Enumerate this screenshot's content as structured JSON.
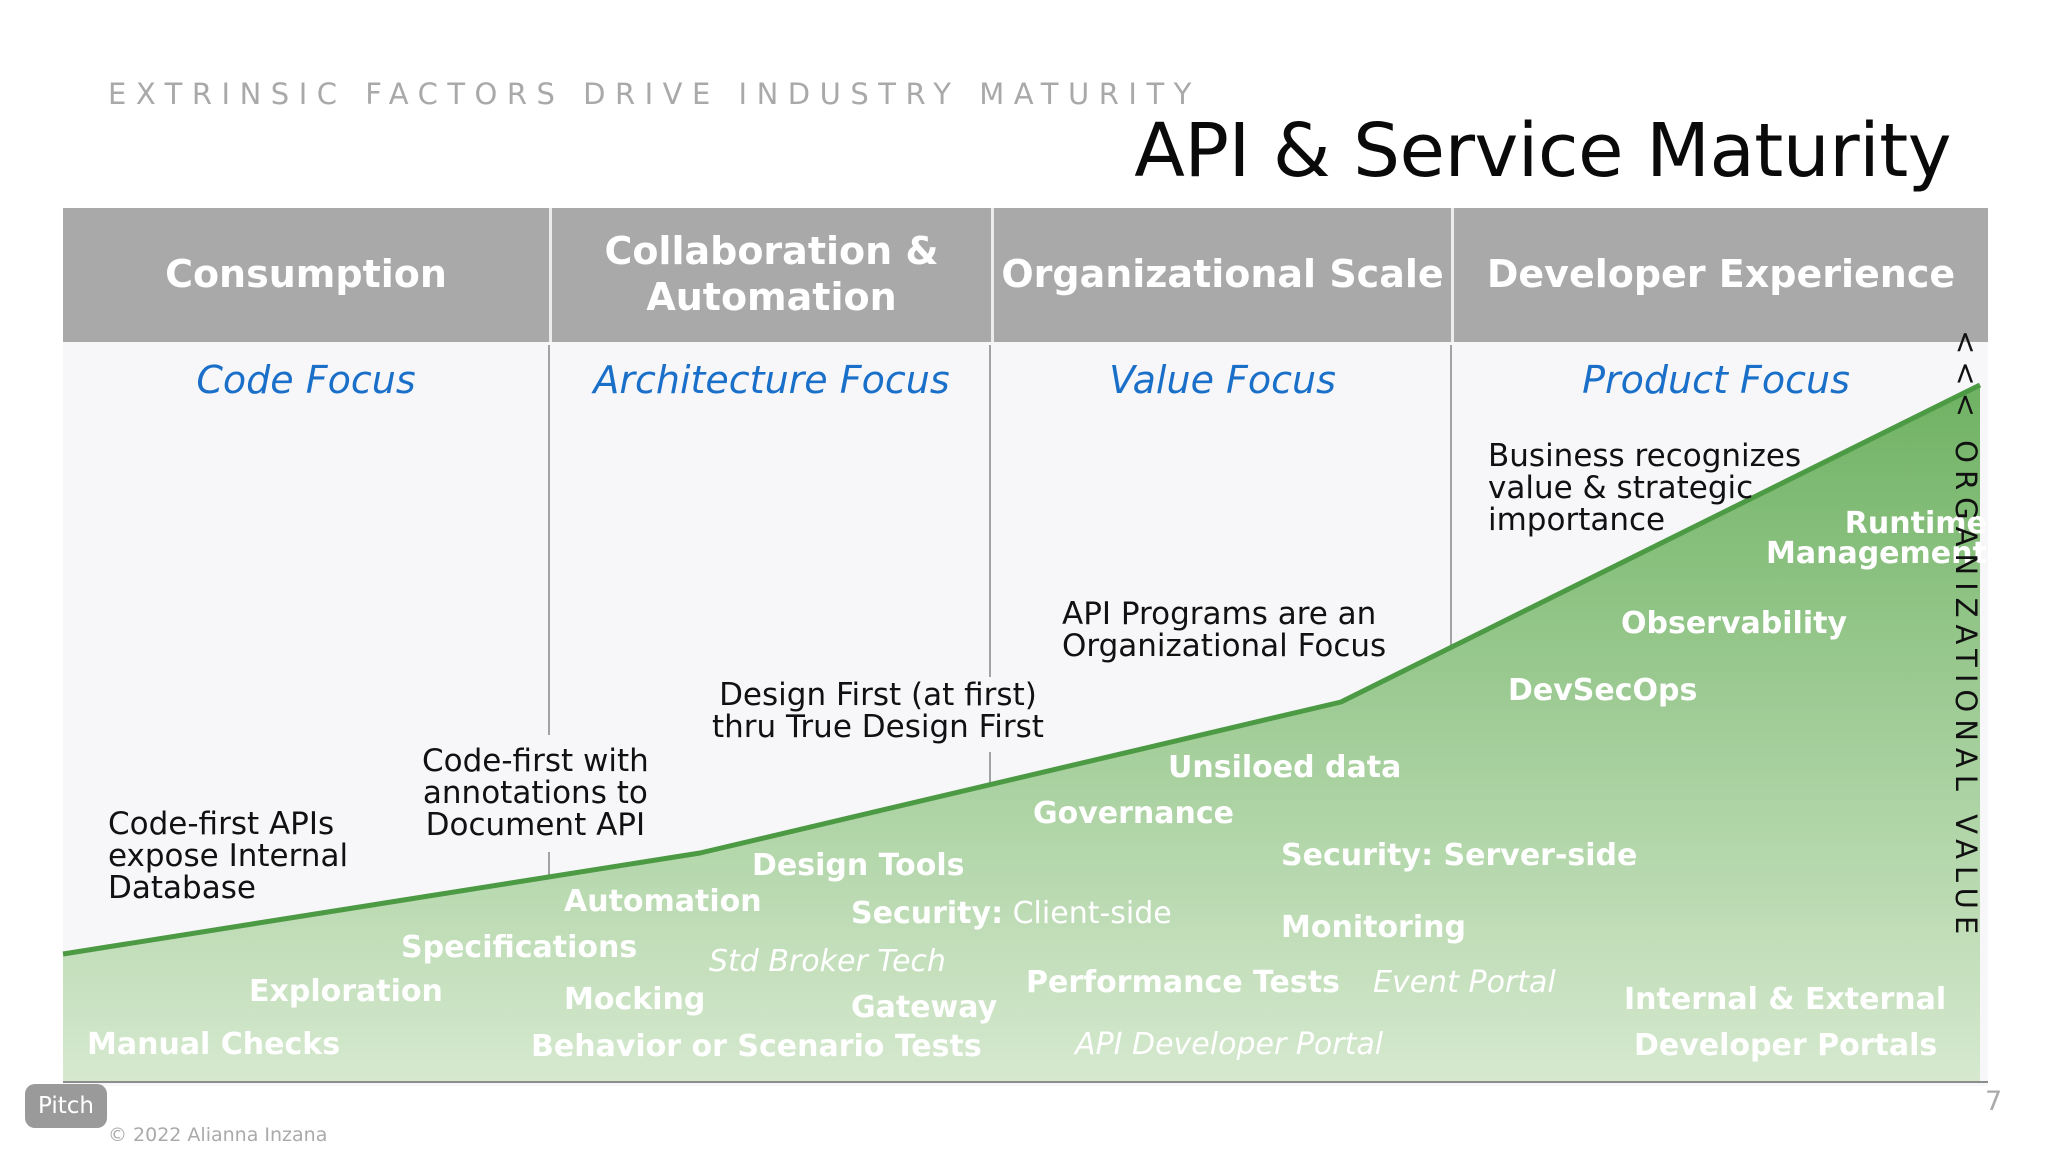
{
  "slide": {
    "eyebrow": "EXTRINSIC FACTORS DRIVE INDUSTRY MATURITY",
    "title": "API & Service Maturity",
    "side_label": "<<< ORGANIZATIONAL VALUE",
    "page_number": "7",
    "badge": "Pitch",
    "copyright": "© 2022 Alianna Inzana"
  },
  "columns": [
    {
      "header": "Consumption",
      "focus": "Code Focus"
    },
    {
      "header": "Collaboration &\nAutomation",
      "focus": "Architecture Focus"
    },
    {
      "header": "Organizational Scale",
      "focus": "Value Focus"
    },
    {
      "header": "Developer Experience",
      "focus": "Product Focus"
    }
  ],
  "annotations": {
    "consumption": "Code-first APIs\nexpose Internal\nDatabase",
    "collaboration": "Code-first with\nannotations to\nDocument API",
    "design_first": "Design First (at first)\nthru True Design First",
    "programs": "API Programs are an\nOrganizational Focus",
    "business": "Business recognizes\nvalue & strategic\nimportance"
  },
  "capabilities": {
    "manual_checks": "Manual Checks",
    "exploration": "Exploration",
    "specifications": "Specifications",
    "automation": "Automation",
    "mocking": "Mocking",
    "behavior_tests": "Behavior or Scenario Tests",
    "design_tools": "Design Tools",
    "security_client_prefix": "Security:",
    "security_client_suffix": " Client-side",
    "std_broker": "Std Broker Tech",
    "gateway": "Gateway",
    "governance": "Governance",
    "performance_tests": "Performance Tests",
    "api_dev_portal": "API  Developer Portal",
    "unsiloed_data": "Unsiloed data",
    "security_server": "Security: Server-side",
    "monitoring": "Monitoring",
    "event_portal": "Event  Portal",
    "devsecops": "DevSecOps",
    "observability": "Observability",
    "runtime_management": "Runtime\nManagement",
    "internal_external": "Internal & External",
    "developer_portals": "Developer Portals"
  },
  "colors": {
    "header_bg": "#a9a9a9",
    "focus_text": "#1a6fc9",
    "curve_line": "#4c9a44",
    "fill_top": "#6fb263",
    "fill_bottom": "#d6e9cf"
  }
}
